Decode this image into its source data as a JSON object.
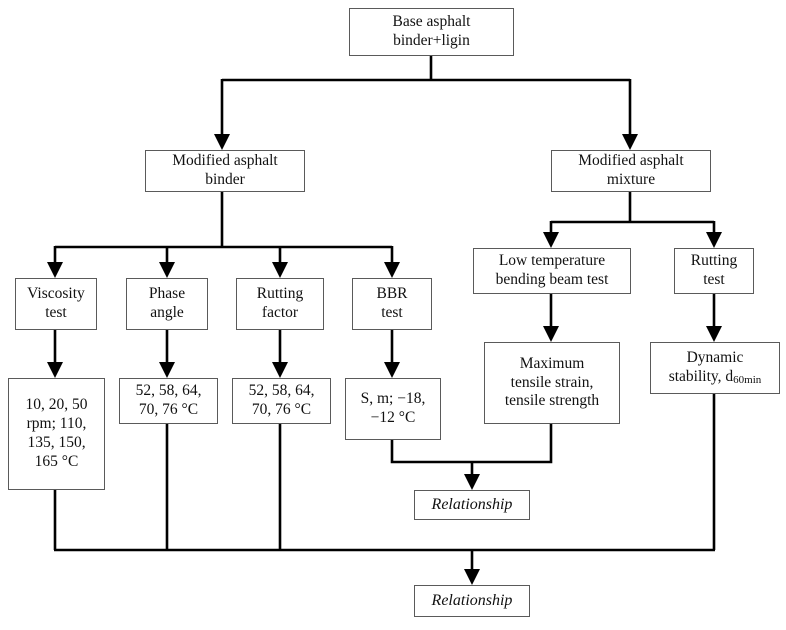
{
  "diagram": {
    "title": "Asphalt binder and mixture test flowchart",
    "stroke_color": "#000000",
    "box_border_color": "#5a5a5a",
    "background": "#ffffff",
    "nodes": {
      "root": "Base asphalt\nbinder+ligin",
      "binder": "Modified asphalt\nbinder",
      "mixture": "Modified asphalt\nmixture",
      "viscosity_test": "Viscosity\ntest",
      "phase_angle": "Phase\nangle",
      "rutting_factor": "Rutting\nfactor",
      "bbr_test": "BBR\ntest",
      "low_temp_bending": "Low temperature\nbending beam test",
      "rutting_test": "Rutting\ntest",
      "viscosity_params": "10, 20, 50\nrpm; 110,\n135, 150,\n165 °C",
      "phase_params": "52, 58, 64,\n70, 76 °C",
      "rutting_params": "52, 58, 64,\n70, 76 °C",
      "bbr_params": "S, m; −18,\n−12 °C",
      "max_tensile": "Maximum\ntensile strain,\ntensile strength",
      "dynamic_stability_prefix": "Dynamic\nstability, d",
      "dynamic_stability_sub": "60min",
      "relationship_mid": "Relationship",
      "relationship_bottom": "Relationship"
    }
  }
}
